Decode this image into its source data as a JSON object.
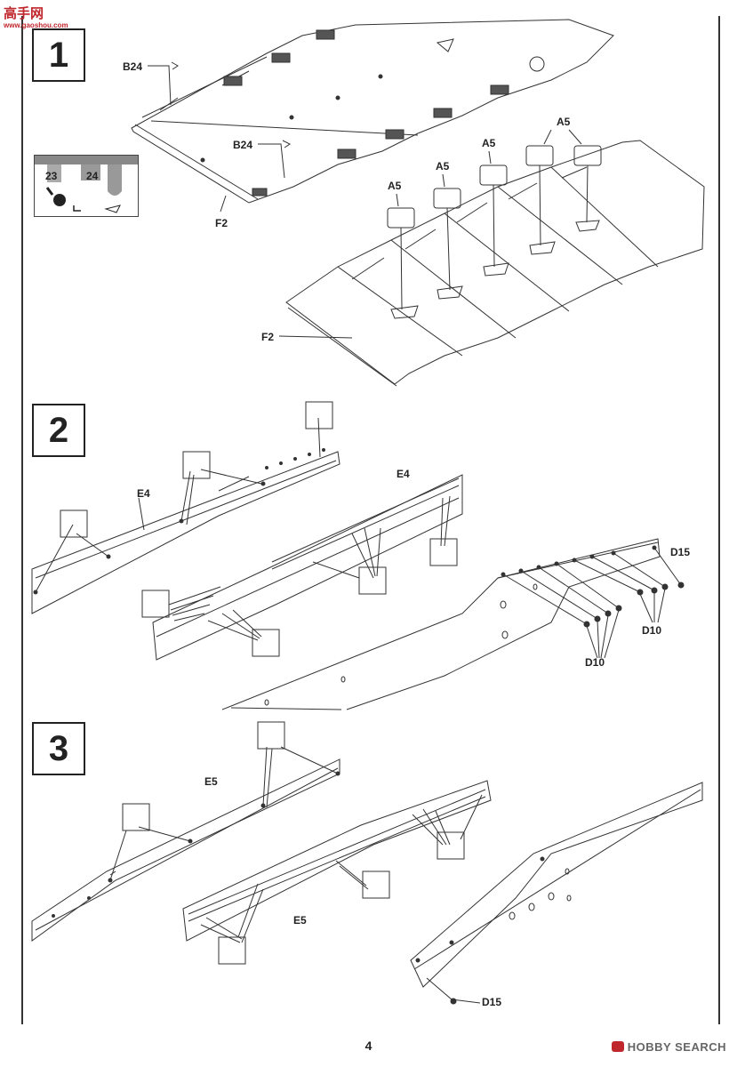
{
  "watermark": {
    "title": "高手网",
    "subtitle": "www.gaoshou.com"
  },
  "page_number": "4",
  "brand": "HOBBY SEARCH",
  "steps": [
    {
      "number": "1"
    },
    {
      "number": "2"
    },
    {
      "number": "3"
    }
  ],
  "legend": {
    "left": "23",
    "right": "24"
  },
  "step1": {
    "labels": {
      "b24_top": "B24",
      "b24_mid": "B24",
      "f2_top": "F2",
      "f2_bottom": "F2",
      "a5_1": "A5",
      "a5_2": "A5",
      "a5_3": "A5",
      "a5_4": "A5"
    }
  },
  "step2": {
    "labels": {
      "e4_left": "E4",
      "e4_mid": "E4",
      "d15": "D15",
      "d10_right": "D10",
      "d10_bottom": "D10"
    }
  },
  "step3": {
    "labels": {
      "e5_left": "E5",
      "e5_mid": "E5",
      "d15": "D15"
    }
  }
}
